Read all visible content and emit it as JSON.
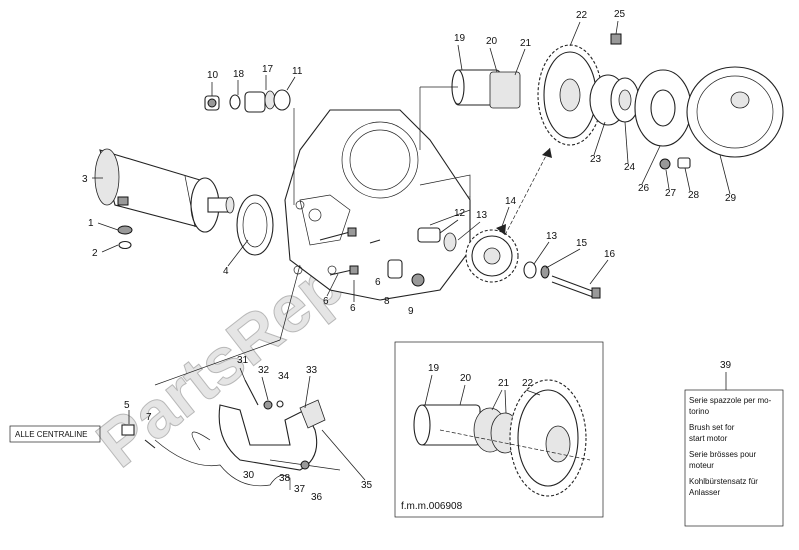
{
  "watermark": "PartsRepublik",
  "callouts": [
    "1",
    "2",
    "3",
    "4",
    "5",
    "6",
    "6",
    "6",
    "7",
    "8",
    "9",
    "10",
    "11",
    "12",
    "13",
    "13",
    "14",
    "15",
    "16",
    "17",
    "18",
    "19",
    "20",
    "21",
    "22",
    "23",
    "24",
    "25",
    "26",
    "27",
    "28",
    "29",
    "30",
    "31",
    "32",
    "33",
    "34",
    "35",
    "36",
    "37",
    "38",
    "39"
  ],
  "inset": {
    "callouts": [
      "19",
      "20",
      "21",
      "22"
    ],
    "reference": "f.m.m.006908"
  },
  "alle_centraline": "ALLE CENTRALINE",
  "kit_box": {
    "number": "39",
    "lines": [
      "Serie spazzole per mo-",
      "torino",
      "Brush set for",
      "start motor",
      "Serie brösses pour",
      "moteur",
      "Kohlbürstensatz für",
      "Anlasser"
    ]
  }
}
